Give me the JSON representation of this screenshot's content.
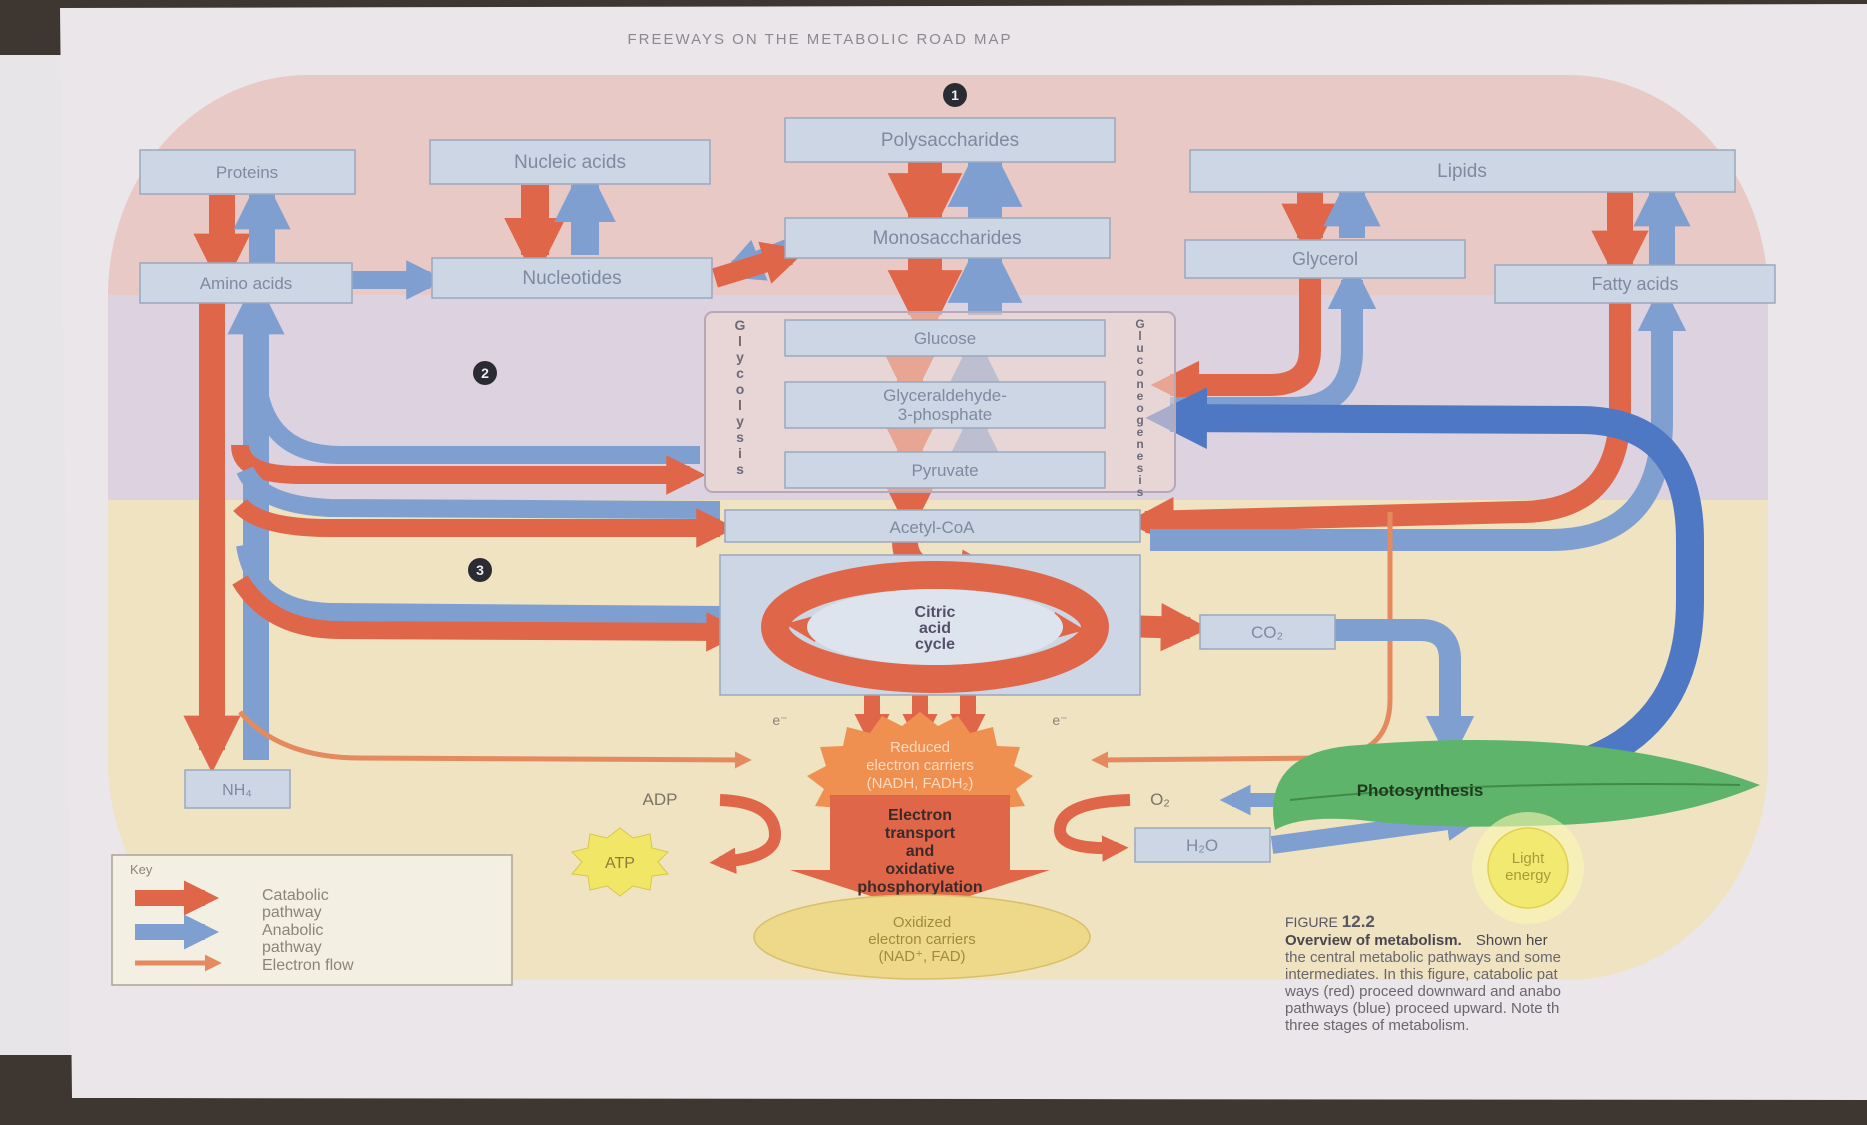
{
  "page": {
    "running_head": "FREEWAYS ON THE METABOLIC ROAD MAP",
    "colors": {
      "page": "#e9e4e8",
      "stage1_band": "#e8c8c8",
      "stage2_band": "#ddd0df",
      "stage3_band": "#efe2c0",
      "box_fill": "#cdd6e4",
      "box_stroke": "#9aa8bf",
      "catabolic": "#e0664a",
      "anabolic": "#7f9fd0",
      "anabolic_dark": "#4f78c4",
      "electron_flow": "#e48a5e",
      "carrier_burst": "#f09050",
      "oxidized_oval": "#eed88a",
      "leaf": "#5eb46a",
      "sun": "#f2ea70"
    }
  },
  "diagram": {
    "stage_markers": [
      "1",
      "2",
      "3"
    ],
    "nodes": {
      "proteins": "Proteins",
      "nucleic_acids": "Nucleic acids",
      "polysaccharides": "Polysaccharides",
      "lipids": "Lipids",
      "amino_acids": "Amino acids",
      "nucleotides": "Nucleotides",
      "monosaccharides": "Monosaccharides",
      "glycerol": "Glycerol",
      "fatty_acids": "Fatty acids",
      "glucose": "Glucose",
      "g3p_line1": "Glyceraldehyde-",
      "g3p_line2": "3-phosphate",
      "pyruvate": "Pyruvate",
      "acetyl_coa": "Acetyl-CoA",
      "citric_line1": "Citric",
      "citric_line2": "acid",
      "citric_line3": "cycle",
      "co2": "CO₂",
      "nh4": "NH₄",
      "reduced_line1": "Reduced",
      "reduced_line2": "electron carriers",
      "reduced_line3": "(NADH, FADH₂)",
      "adp": "ADP",
      "atp": "ATP",
      "o2": "O₂",
      "h2o": "H₂O",
      "etc_line1": "Electron",
      "etc_line2": "transport",
      "etc_line3": "and",
      "etc_line4": "oxidative",
      "etc_line5": "phosphorylation",
      "oxidized_line1": "Oxidized",
      "oxidized_line2": "electron carriers",
      "oxidized_line3": "(NAD⁺, FAD)",
      "photosynthesis": "Photosynthesis",
      "light_line1": "Light",
      "light_line2": "energy",
      "electron_left": "e⁻",
      "electron_right": "e⁻"
    },
    "glycolysis_label": [
      "G",
      "l",
      "y",
      "c",
      "o",
      "l",
      "y",
      "s",
      "i",
      "s"
    ],
    "gluconeogenesis_label": [
      "G",
      "l",
      "u",
      "c",
      "o",
      "n",
      "e",
      "o",
      "g",
      "e",
      "n",
      "e",
      "s",
      "i",
      "s"
    ]
  },
  "key": {
    "title": "Key",
    "catabolic_line1": "Catabolic",
    "catabolic_line2": "pathway",
    "anabolic_line1": "Anabolic",
    "anabolic_line2": "pathway",
    "electron": "Electron flow"
  },
  "caption": {
    "label": "FIGURE",
    "number": "12.2",
    "title": "Overview of metabolism.",
    "line1_rest": "Shown her",
    "line2": "the central metabolic pathways and some",
    "line3": "intermediates. In this figure, catabolic pat",
    "line4": "ways (red) proceed downward and anabo",
    "line5": "pathways (blue) proceed upward. Note th",
    "line6": "three stages of metabolism."
  }
}
